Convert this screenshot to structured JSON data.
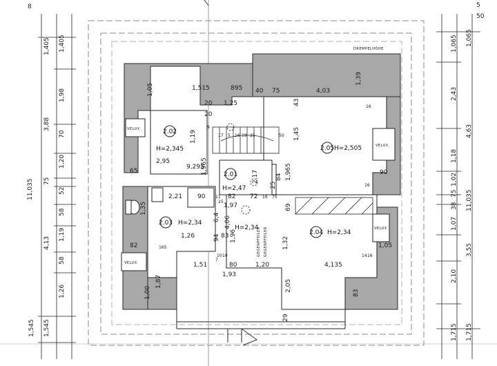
{
  "top_labels": {
    "left": "8",
    "right": "5"
  },
  "roof_label": "DREMPELHÖHE",
  "velux_label": "VELUX",
  "rooms": [
    {
      "id": "2.02",
      "height": "H=2,345"
    },
    {
      "id": "2.05",
      "height": "H=2,505"
    },
    {
      "id": "2.01",
      "height": "H=2,47"
    },
    {
      "id": "2.03",
      "height": "H=2,34"
    },
    {
      "id": "2.04",
      "height": "H=2,34"
    },
    {
      "id": "",
      "height": "H=2,34"
    }
  ],
  "left_dims": [
    "1,405",
    "1,98",
    "3,88",
    "70",
    "1,20",
    "75",
    "11,035",
    "52",
    "58",
    "4,13",
    "1,19",
    "58",
    "1,26",
    "1,545"
  ],
  "left_outer_dims": [
    "1,405",
    "1,545"
  ],
  "right_dims": [
    "1,065",
    "2,43",
    "4,63",
    "1,18",
    "1,02",
    "11,035",
    "75",
    "38",
    "1,07",
    "3,55",
    "2,10",
    "1,715"
  ],
  "right_outer_dims": [
    "1,065",
    "1,715"
  ],
  "top_right_mark": "50",
  "interior_dims": [
    "1,05",
    "1,515",
    "895",
    "1,25",
    "20",
    "20",
    "40",
    "75",
    "4,03",
    "1,39",
    "16",
    "1,19",
    "2,95",
    "9,295",
    "1,965",
    "65",
    "43",
    "1,45",
    "1,965",
    "84",
    "25",
    "90",
    "16",
    "16",
    "17",
    "5",
    "16",
    "19",
    "25",
    "50",
    "2,21",
    "90",
    "11",
    "25",
    "82",
    "72",
    "16",
    "75",
    "1,97",
    "69",
    "6,4",
    "94",
    "4,06",
    "1,32",
    "1,26",
    "83",
    "1,96",
    "82",
    "165",
    "1,05",
    "14",
    "1,51",
    "80",
    "1,20",
    "4,135",
    "1,87",
    "1,00",
    "1,93",
    "2,05",
    "83",
    "29",
    "2,17",
    "7",
    "10",
    "9",
    "10",
    "1,35"
  ],
  "stair_note": "GEGENPFEILER",
  "stair_note2": "GEGENPFEILER"
}
